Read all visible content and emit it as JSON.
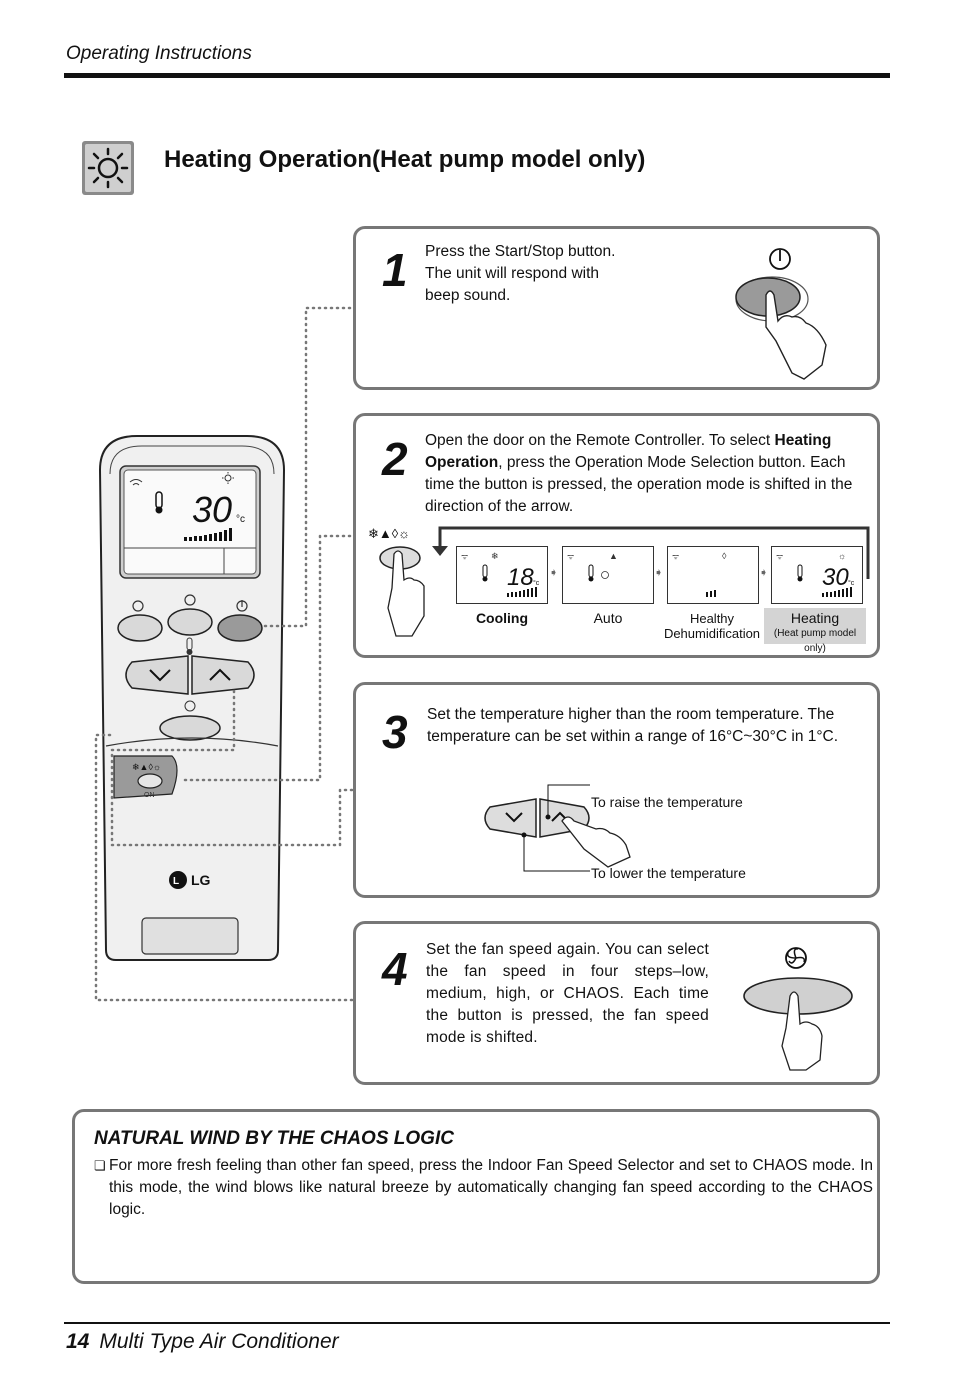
{
  "header": {
    "section": "Operating Instructions"
  },
  "section": {
    "title": "Heating Operation(Heat pump model only)",
    "icon": "sun-heat-icon"
  },
  "steps": [
    {
      "number": "1",
      "text": "Press the Start/Stop button. The unit will respond with beep sound.",
      "icon": "power-button-icon"
    },
    {
      "number": "2",
      "text_before": "Open the door on the Remote Controller. To select ",
      "text_bold": "Heating Operation",
      "text_after": ", press the Operation Mode Selection button. Each time the button is pressed, the operation mode is shifted in the direction of the arrow.",
      "modes": [
        {
          "label": "Cooling",
          "display": "18",
          "unit": "°c"
        },
        {
          "label": "Auto"
        },
        {
          "label": "Healthy",
          "label2": "Dehumidification"
        },
        {
          "label": "Heating",
          "label2": "(Heat pump model only)",
          "display": "30",
          "unit": "°c"
        }
      ]
    },
    {
      "number": "3",
      "text": "Set the temperature higher than the room temperature. The temperature can be set within a range of 16°C~30°C in 1°C.",
      "raise_label": "To raise the temperature",
      "lower_label": "To lower the temperature"
    },
    {
      "number": "4",
      "text": "Set the fan speed again. You can select the fan speed in four steps–low, medium, high, or CHAOS. Each time the button is pressed, the fan speed mode is shifted.",
      "icon": "fan-icon"
    }
  ],
  "remote": {
    "display_temp": "30",
    "unit": "°c",
    "brand": "LG",
    "door_label": "ON"
  },
  "note": {
    "title": "NATURAL WIND BY THE CHAOS LOGIC",
    "bullet": "❏",
    "body": "For more fresh feeling than other fan speed, press the Indoor Fan Speed Selector and set to CHAOS mode. In this mode, the wind blows like natural breeze by automatically changing fan speed according to the CHAOS logic."
  },
  "footer": {
    "page": "14",
    "title": "Multi Type Air Conditioner"
  },
  "colors": {
    "rule": "#111111",
    "box_border": "#777777",
    "heating_bg": "#d4d4d4",
    "remote_body": "#f0f0f0"
  }
}
